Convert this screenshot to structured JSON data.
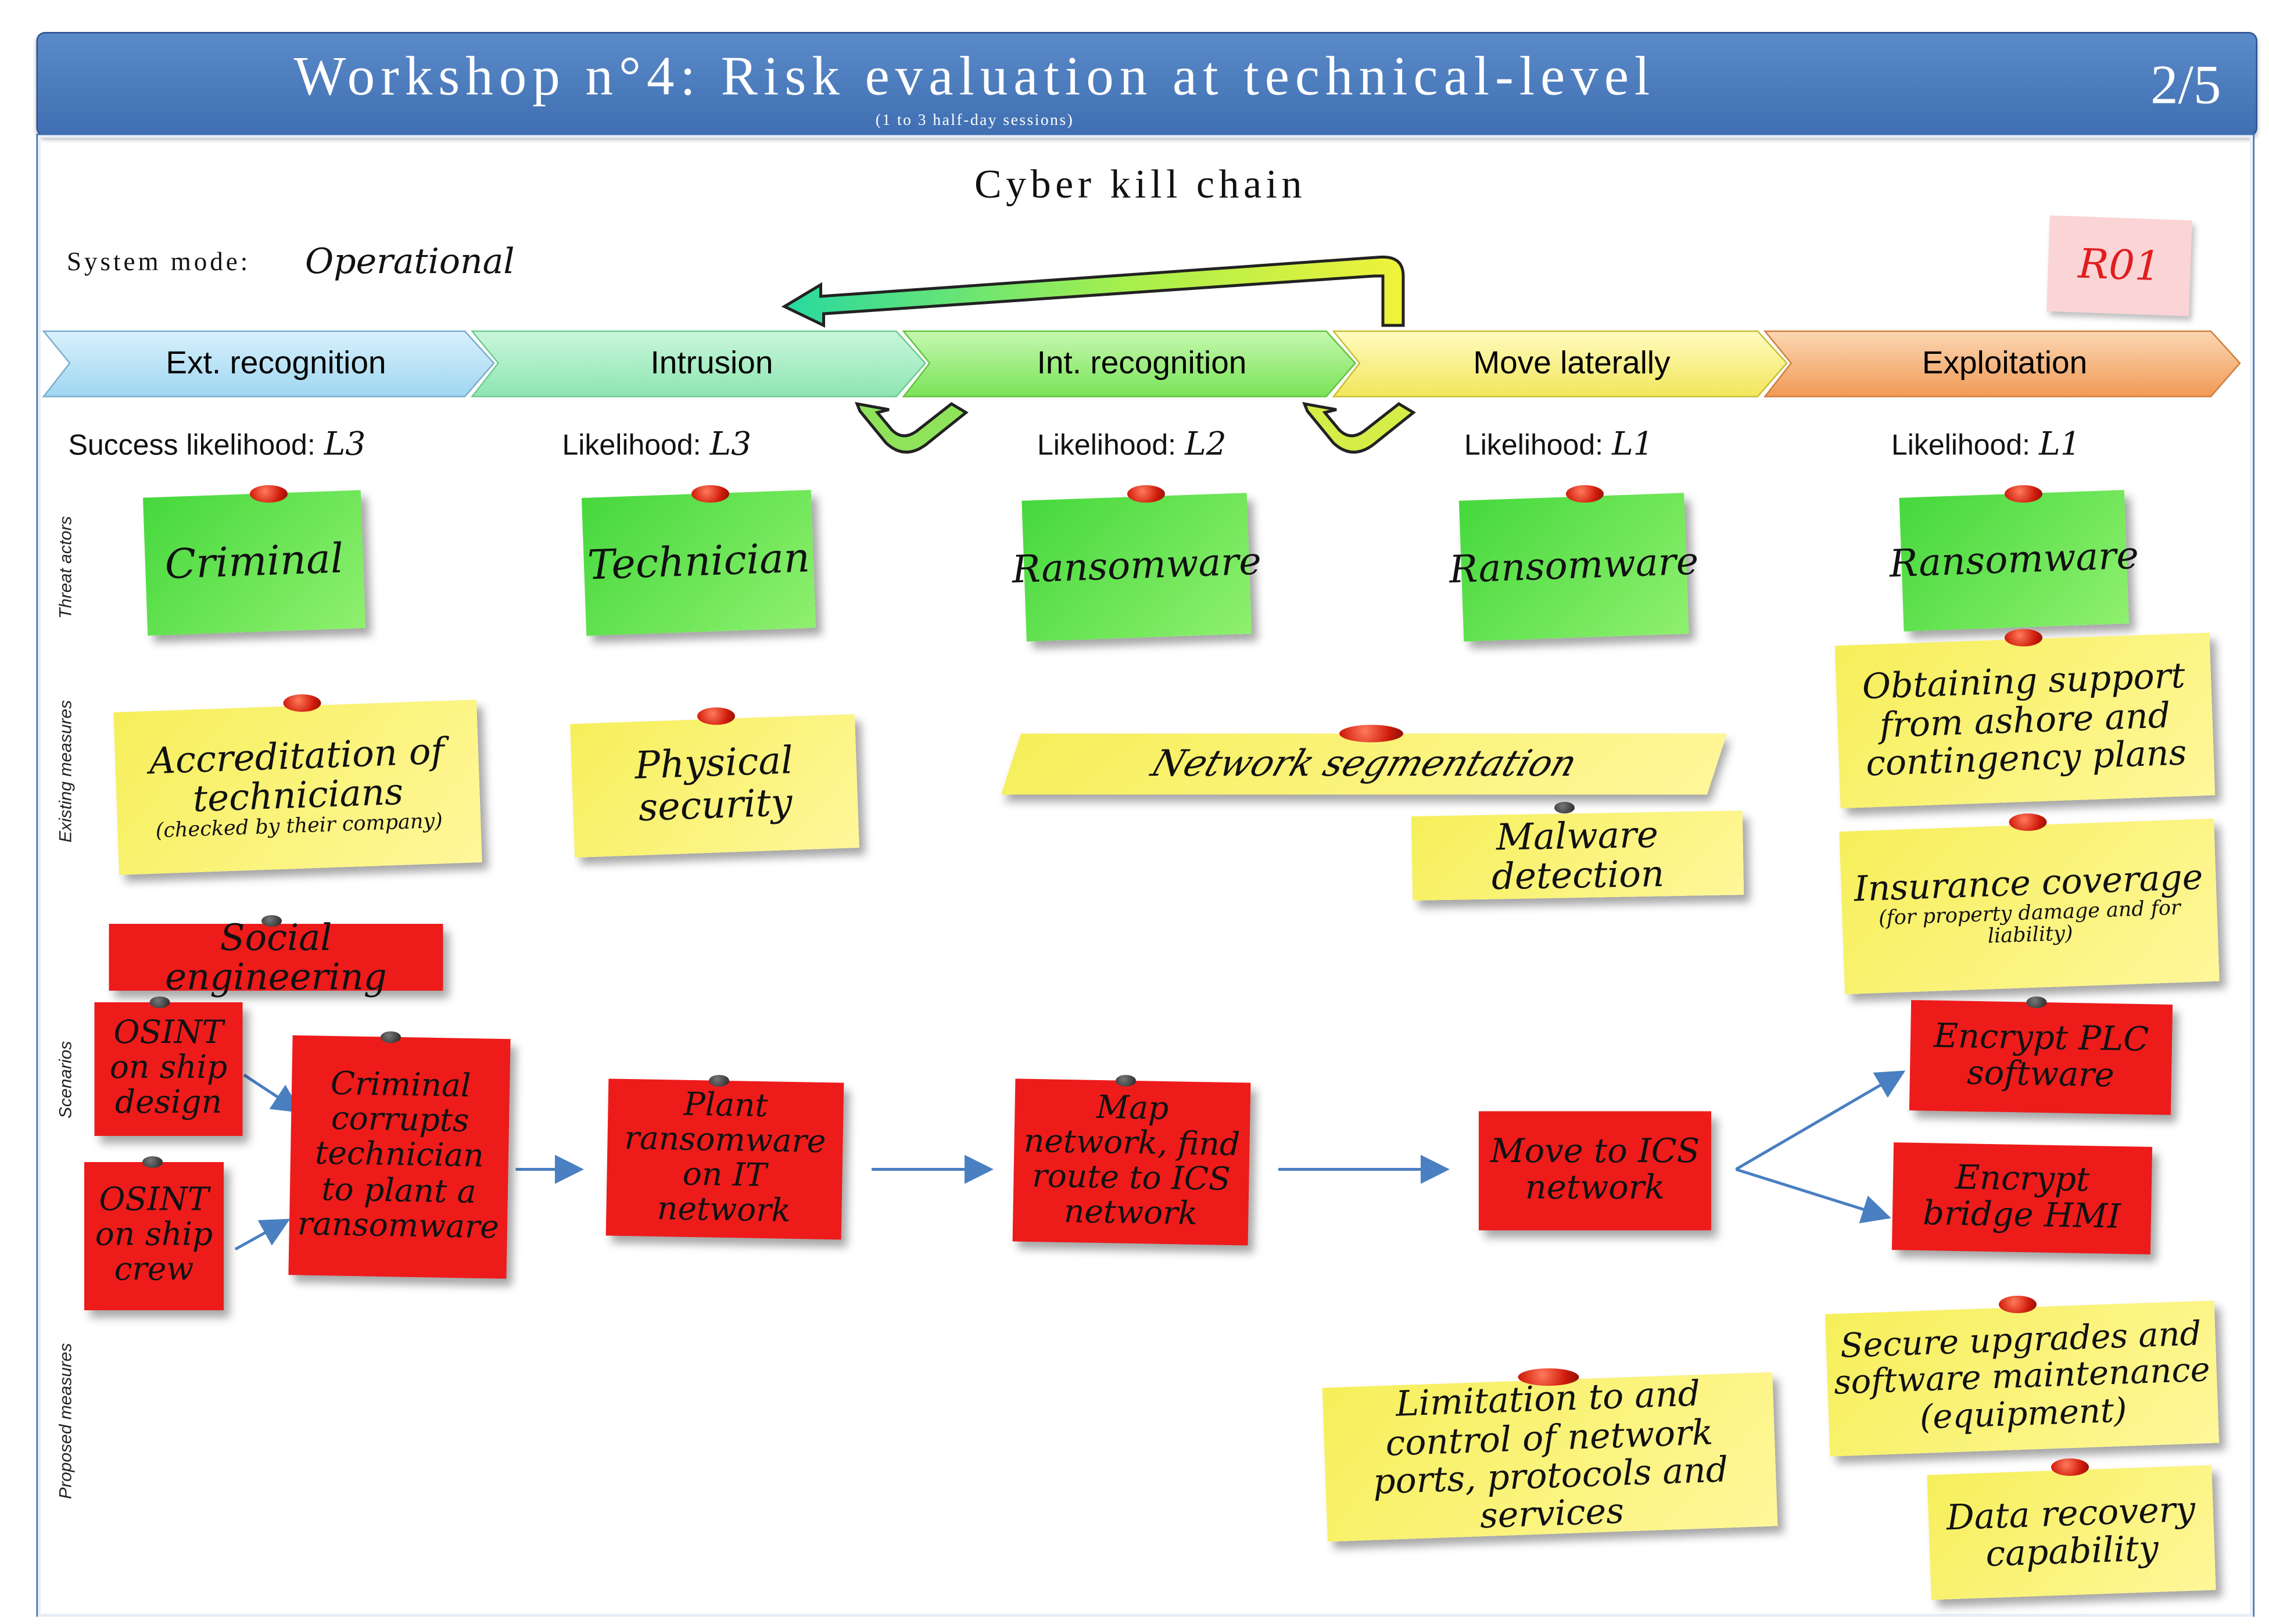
{
  "header": {
    "title": "Workshop n°4: Risk evaluation at technical-level",
    "subtitle": "(1 to 3 half-day sessions)",
    "page": "2/5"
  },
  "diagram_title": "Cyber kill chain",
  "system_mode": {
    "label": "System mode:",
    "value": "Operational"
  },
  "risk_tag": "R01",
  "stages": [
    {
      "label": "Ext. recognition",
      "color": "#bfe3f6"
    },
    {
      "label": "Intrusion",
      "color": "#a8ecc4"
    },
    {
      "label": "Int. recognition",
      "color": "#9cee7c"
    },
    {
      "label": "Move laterally",
      "color": "#f8f07a"
    },
    {
      "label": "Exploitation",
      "color": "#f6b47a"
    }
  ],
  "likelihoods": [
    {
      "label": "Success likelihood:",
      "value": "L3"
    },
    {
      "label": "Likelihood:",
      "value": "L3"
    },
    {
      "label": "Likelihood:",
      "value": "L2"
    },
    {
      "label": "Likelihood:",
      "value": "L1"
    },
    {
      "label": "Likelihood:",
      "value": "L1"
    }
  ],
  "row_labels": {
    "threat_actors": "Threat actors",
    "existing_measures": "Existing measures",
    "scenarios": "Scenarios",
    "proposed_measures": "Proposed measures"
  },
  "threat_actors": [
    "Criminal",
    "Technician",
    "Ransomware",
    "Ransomware",
    "Ransomware"
  ],
  "existing_measures": {
    "accreditation": "Accreditation of technicians",
    "accreditation_note": "(checked by their company)",
    "physical": "Physical security",
    "segmentation": "Network segmentation",
    "malware": "Malware detection",
    "support": "Obtaining support from ashore and contingency plans",
    "insurance": "Insurance coverage",
    "insurance_note": "(for property damage and for liability)"
  },
  "scenarios": {
    "social": "Social engineering",
    "osint_design": "OSINT on ship design",
    "osint_crew": "OSINT on ship crew",
    "criminal": "Criminal corrupts technician to plant a ransomware",
    "plant": "Plant ransomware on IT network",
    "map": "Map network, find route to ICS network",
    "move": "Move to ICS network",
    "plc": "Encrypt PLC software",
    "hmi": "Encrypt bridge HMI"
  },
  "proposed_measures": {
    "ports": "Limitation to and control of network ports, protocols and services",
    "upgrades": "Secure upgrades and software maintenance (equipment)",
    "recovery": "Data recovery capability"
  }
}
